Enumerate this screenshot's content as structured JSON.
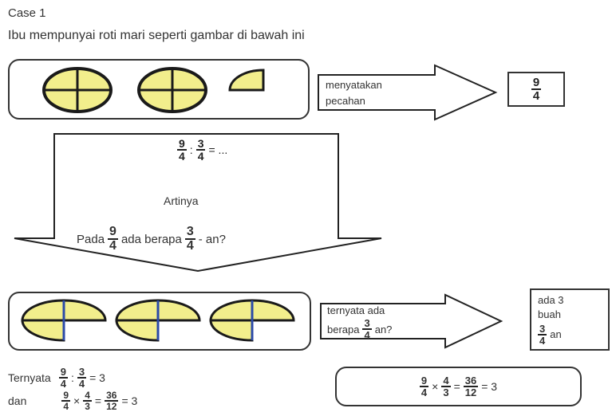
{
  "case_title": "Case 1",
  "intro": "Ibu mempunyai roti mari seperti gambar di bawah ini",
  "arrow1": {
    "line1": "menyatakan",
    "line2": "pecahan"
  },
  "fraction_box": {
    "num": "9",
    "den": "4"
  },
  "big_arrow": {
    "equation": {
      "a_num": "9",
      "a_den": "4",
      "op": ":",
      "b_num": "3",
      "b_den": "4",
      "tail": "= ..."
    },
    "artinya": "Artinya",
    "question_pre": "Pada",
    "q_num1": "9",
    "q_den1": "4",
    "question_mid": "ada berapa",
    "q_num2": "3",
    "q_den2": "4",
    "question_post": "- an?"
  },
  "arrow2": {
    "line1": "ternyata ada",
    "line2_pre": "berapa",
    "num": "3",
    "den": "4",
    "line2_post": "an?"
  },
  "result_box": {
    "line1": "ada 3",
    "line2": "buah",
    "num": "3",
    "den": "4",
    "post": "an"
  },
  "ternyata": {
    "label": "Ternyata",
    "a_num": "9",
    "a_den": "4",
    "op": ":",
    "b_num": "3",
    "b_den": "4",
    "tail": "= 3"
  },
  "dan": {
    "label": "dan",
    "a_num": "9",
    "a_den": "4",
    "op": "×",
    "b_num": "4",
    "b_den": "3",
    "eq": "=",
    "c_num": "36",
    "c_den": "12",
    "tail": "= 3"
  },
  "final": {
    "a_num": "9",
    "a_den": "4",
    "op": "×",
    "b_num": "4",
    "b_den": "3",
    "eq": "=",
    "c_num": "36",
    "c_den": "12",
    "tail": "= 3"
  },
  "colors": {
    "cake": "#f2ee8c",
    "stroke": "#1a1a1a",
    "divider": "#2b4aa8"
  }
}
